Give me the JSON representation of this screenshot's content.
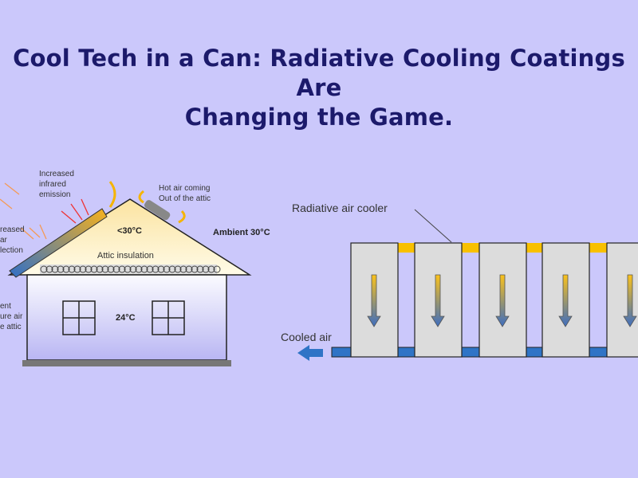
{
  "title": {
    "line1": "Cool Tech in a Can: Radiative Cooling Coatings Are",
    "line2": "Changing the Game."
  },
  "house": {
    "ir_label": [
      "Increased",
      "infrared",
      "emission"
    ],
    "hot_air_label": [
      "Hot air coming",
      "Out of the attic"
    ],
    "ambient": "Ambient 30°C",
    "attic_temp": "<30°C",
    "insulation": "Attic insulation",
    "room_temp": "24°C",
    "solar_label": [
      "reased",
      "ar",
      "lection"
    ],
    "air_label": [
      "ent",
      "ure air",
      "e attic"
    ]
  },
  "cooler": {
    "label": "Radiative air cooler",
    "cooled_air": "Cooled air"
  },
  "colors": {
    "background": "#cbc8fb",
    "title": "#1c1a6b",
    "yellow": "#f8c000",
    "blue": "#2f74c6"
  }
}
